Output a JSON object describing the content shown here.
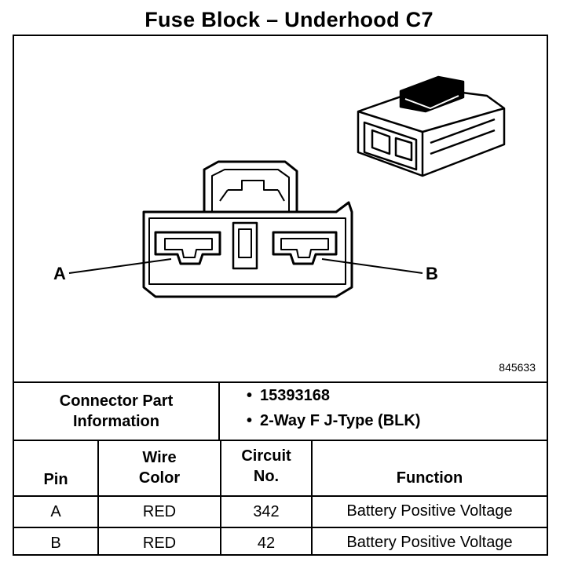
{
  "title": "Fuse Block – Underhood C7",
  "figure_number": "845633",
  "pin_labels": {
    "a": "A",
    "b": "B"
  },
  "connector": {
    "label": [
      "Connector Part",
      "Information"
    ],
    "items": [
      "15393168",
      "2-Way F J-Type (BLK)"
    ]
  },
  "table": {
    "headers": {
      "pin": "Pin",
      "wire_color": [
        "Wire",
        "Color"
      ],
      "circuit": [
        "Circuit",
        "No."
      ],
      "function": "Function"
    },
    "rows": [
      {
        "pin": "A",
        "color": "RED",
        "circuit": "342",
        "function": "Battery Positive Voltage"
      },
      {
        "pin": "B",
        "color": "RED",
        "circuit": "42",
        "function": "Battery Positive Voltage"
      }
    ]
  }
}
